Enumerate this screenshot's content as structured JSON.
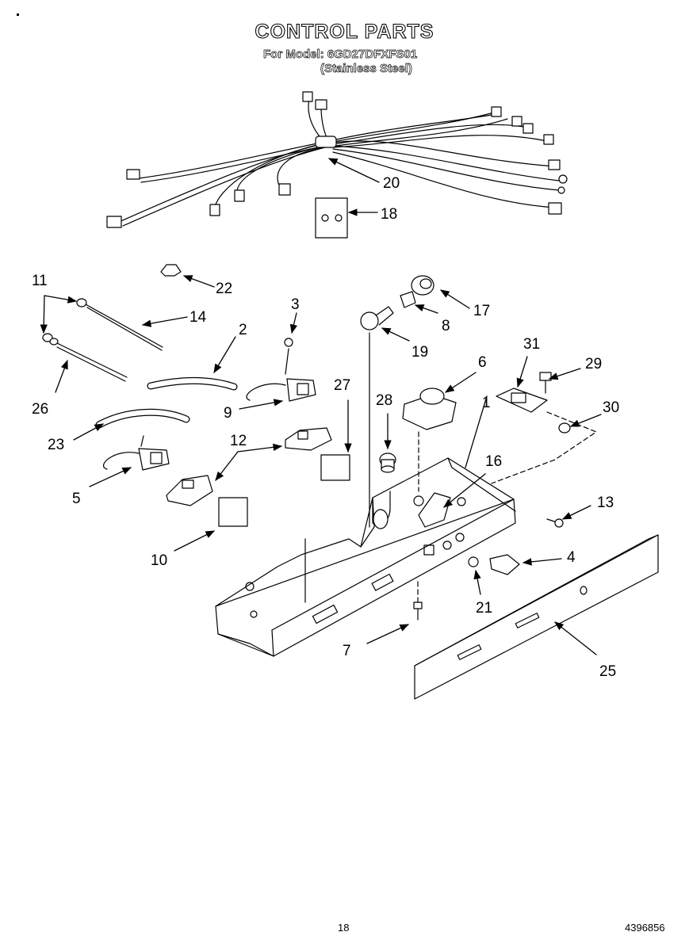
{
  "header": {
    "title": "CONTROL PARTS",
    "model_line": "For Model: 6GD27DFXFS01",
    "finish_line": "(Stainless Steel)"
  },
  "callouts": [
    "1",
    "2",
    "3",
    "4",
    "5",
    "6",
    "7",
    "8",
    "9",
    "10",
    "11",
    "12",
    "13",
    "14",
    "16",
    "17",
    "18",
    "19",
    "20",
    "21",
    "22",
    "23",
    "25",
    "26",
    "27",
    "28",
    "29",
    "30",
    "31"
  ],
  "footer": {
    "page_number": "18",
    "document_number": "4396856"
  }
}
